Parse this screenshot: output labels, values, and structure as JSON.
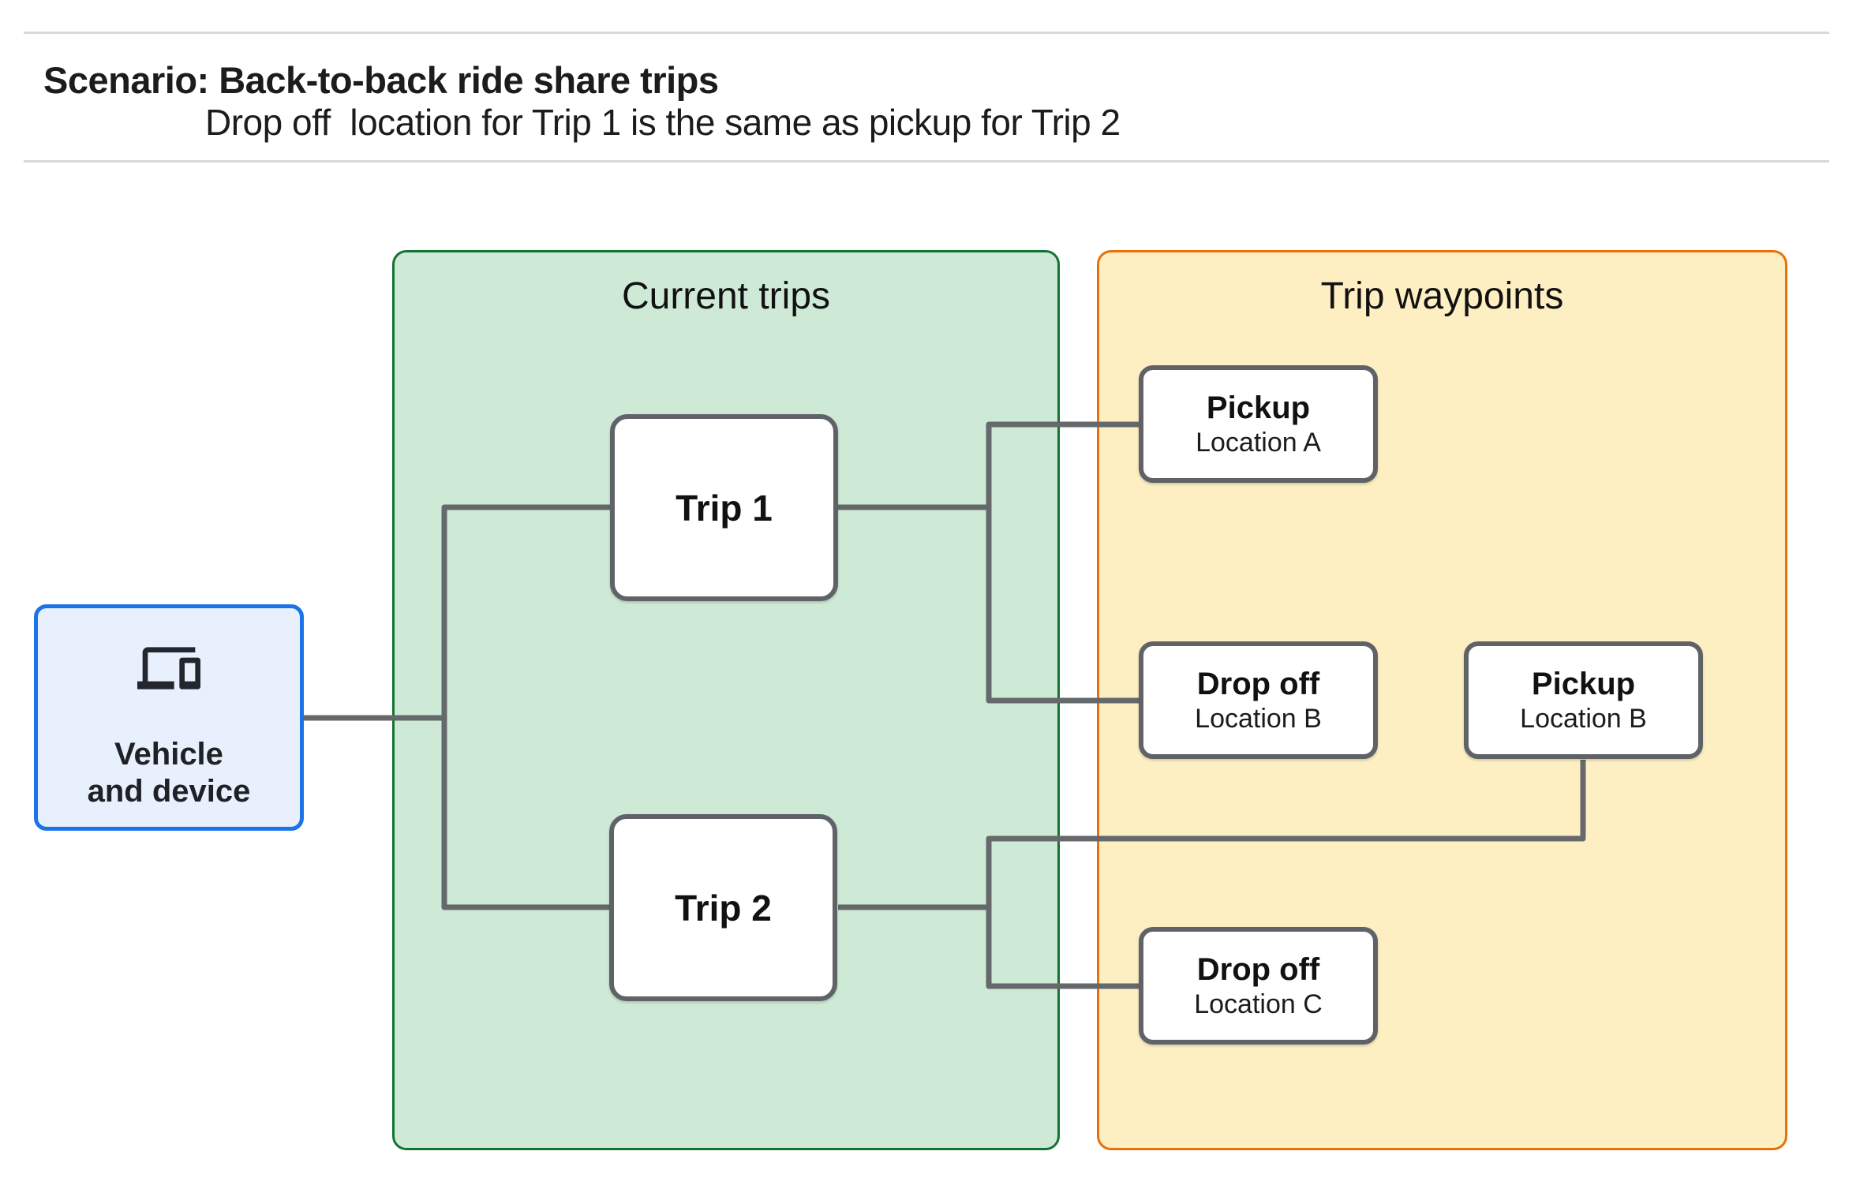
{
  "header": {
    "title": "Scenario: Back-to-back ride share trips",
    "subtitle": "Drop off  location for Trip 1 is the same as pickup for Trip 2"
  },
  "panels": {
    "current_trips": {
      "title": "Current trips",
      "fill": "#ceead6",
      "border_color": "#137333"
    },
    "trip_waypoints": {
      "title": "Trip waypoints",
      "fill": "#feefc3",
      "border_color": "#e8710a"
    }
  },
  "vehicle_node": {
    "icon": "devices-icon",
    "label_line1": "Vehicle",
    "label_line2": "and device",
    "fill": "#e8f0fe",
    "border_color": "#1a73e8"
  },
  "trip_nodes": [
    {
      "label": "Trip 1"
    },
    {
      "label": "Trip 2"
    }
  ],
  "waypoint_nodes": [
    {
      "title": "Pickup",
      "subtitle": "Location A"
    },
    {
      "title": "Drop off",
      "subtitle": "Location B"
    },
    {
      "title": "Pickup",
      "subtitle": "Location B"
    },
    {
      "title": "Drop off",
      "subtitle": "Location C"
    }
  ],
  "colors": {
    "node_border": "#5f6368",
    "connector": "#66696c",
    "divider": "#d9d9d9",
    "text": "#202124"
  }
}
